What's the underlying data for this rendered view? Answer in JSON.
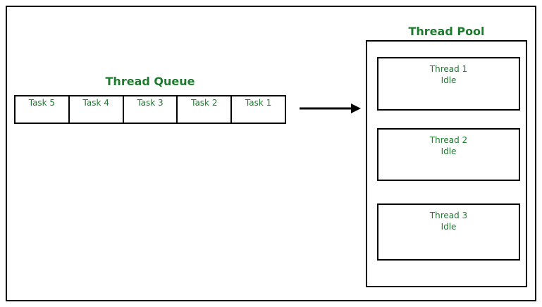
{
  "diagram": {
    "accent_color": "#1d7a2e",
    "line_color": "#000000",
    "background_color": "#ffffff"
  },
  "queue": {
    "title": "Thread Queue",
    "tasks": [
      {
        "label": "Task 5"
      },
      {
        "label": "Task 4"
      },
      {
        "label": "Task 3"
      },
      {
        "label": "Task 2"
      },
      {
        "label": "Task 1"
      }
    ]
  },
  "flow": {
    "arrow_direction": "right",
    "arrow_label": ""
  },
  "pool": {
    "title": "Thread Pool",
    "threads": [
      {
        "name": "Thread 1",
        "state": "Idle"
      },
      {
        "name": "Thread 2",
        "state": "Idle"
      },
      {
        "name": "Thread 3",
        "state": "Idle"
      }
    ]
  }
}
